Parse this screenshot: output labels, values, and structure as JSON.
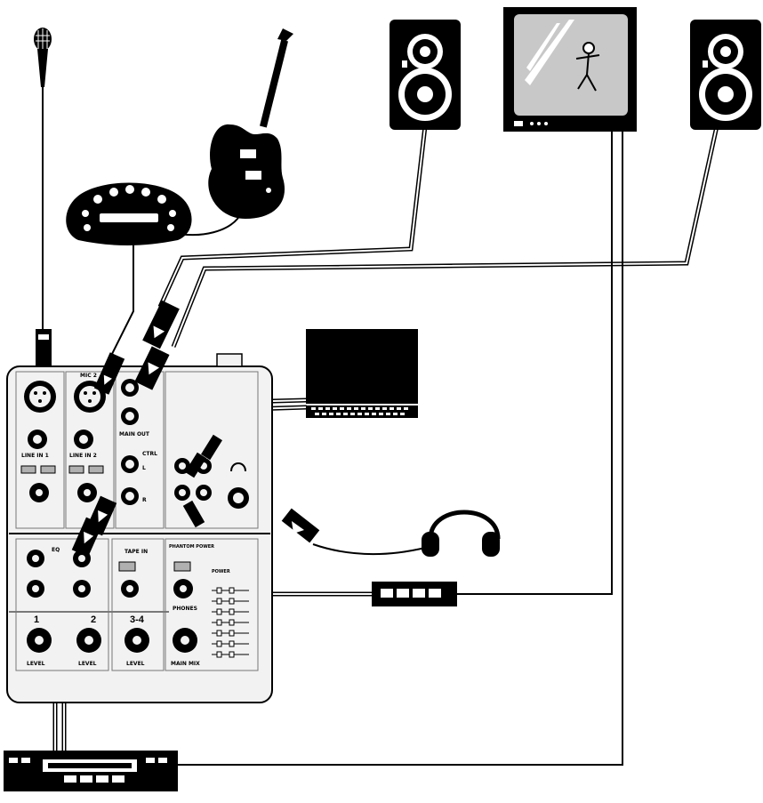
{
  "mixer": {
    "channel_labels": [
      "1",
      "2",
      "3-4"
    ],
    "line_in_1": "LINE IN 1",
    "line_in_2": "LINE IN 2",
    "mic_2": "MIC 2",
    "main_out": "MAIN OUT",
    "ctrl_out": "CTRL",
    "tape_in": "TAPE IN",
    "phantom_power": "PHANTOM POWER",
    "phones": "PHONES",
    "main_mix": "MAIN MIX",
    "level": "LEVEL",
    "left": "L",
    "right": "R",
    "eq": "EQ",
    "power": "POWER"
  },
  "colors": {
    "ink": "#000000",
    "paper": "#ffffff",
    "mixer_panel": "#f2f2f2",
    "mixer_line": "#777777",
    "screen_gray": "#c8c8c8",
    "fader_gray": "#b0b0b0"
  },
  "devices": [
    {
      "name": "microphone",
      "icon": "microphone-icon"
    },
    {
      "name": "electric-guitar",
      "icon": "guitar-icon"
    },
    {
      "name": "effects-pedal",
      "icon": "pedal-icon"
    },
    {
      "name": "left-speaker",
      "icon": "speaker-icon"
    },
    {
      "name": "monitor-screen",
      "icon": "monitor-icon"
    },
    {
      "name": "right-speaker",
      "icon": "speaker-icon"
    },
    {
      "name": "laptop",
      "icon": "laptop-icon"
    },
    {
      "name": "headphones",
      "icon": "headphones-icon"
    },
    {
      "name": "video-box",
      "icon": "connector-box-icon"
    },
    {
      "name": "recorder",
      "icon": "recorder-icon"
    }
  ]
}
